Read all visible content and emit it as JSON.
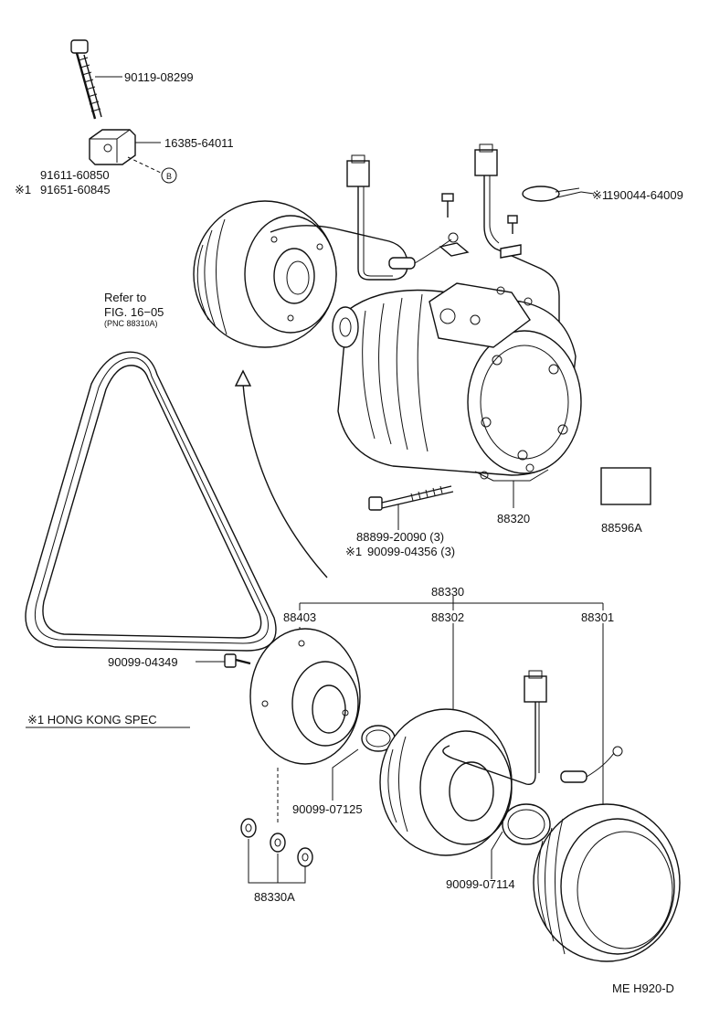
{
  "diagram": {
    "parts": {
      "bolt_top": "90119-08299",
      "bracket": "16385-64011",
      "nut": "91611-60850",
      "nut_hk": "91651-60845",
      "clamp": "190044-64009",
      "bolt_mount": "88899-20090 (3)",
      "bolt_mount_hk": "90099-04356 (3)",
      "compressor": "88320",
      "label_plate": "88596A",
      "clutch_assy": "88330",
      "hub": "88403",
      "stator": "88302",
      "pulley": "88301",
      "hub_bolt": "90099-04349",
      "snap_ring_1": "90099-07125",
      "snap_ring_2": "90099-07114",
      "shims": "88330A"
    },
    "marks": {
      "circle_b": "B",
      "hk_marker": "※1",
      "hk_note": "※1 HONG KONG SPEC"
    },
    "refer": {
      "line1": "Refer to",
      "line2": "FIG. 16−05",
      "line3": "(PNC 88310A)"
    },
    "footer_code": "ME H920-D"
  },
  "colors": {
    "ink": "#111111",
    "paper": "#ffffff"
  }
}
